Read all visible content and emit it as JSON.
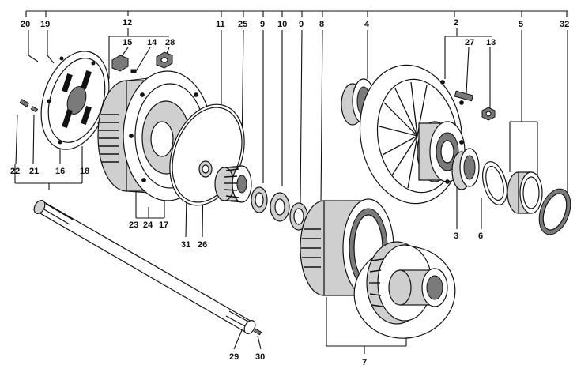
{
  "diagram": {
    "labels": {
      "n20": "20",
      "n19": "19",
      "n12": "12",
      "n15": "15",
      "n14": "14",
      "n28": "28",
      "n11": "11",
      "n25": "25",
      "n9a": "9",
      "n10": "10",
      "n9b": "9",
      "n8": "8",
      "n4": "4",
      "n2": "2",
      "n27": "27",
      "n13": "13",
      "n5": "5",
      "n32": "32",
      "n22": "22",
      "n21": "21",
      "n16": "16",
      "n18": "18",
      "n23": "23",
      "n24": "24",
      "n17": "17",
      "n31": "31",
      "n26": "26",
      "n3": "3",
      "n6": "6",
      "n29": "29",
      "n30": "30",
      "n7": "7"
    }
  }
}
